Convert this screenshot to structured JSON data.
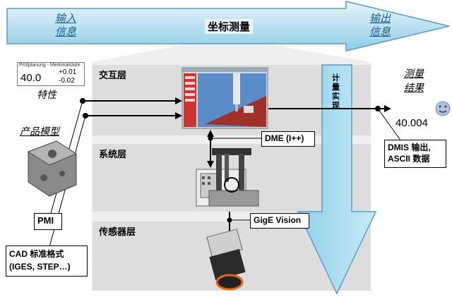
{
  "banner": {
    "input_line1": "输入",
    "input_line2": "信息",
    "center": "坐标测量",
    "output_line1": "输出",
    "output_line2": "信息"
  },
  "feature_card": {
    "header": "Prüfplanung - Merkmalsliste",
    "nominal": "40.0",
    "upper_tol": "+0.01",
    "lower_tol": "-0.02",
    "caption": "特性"
  },
  "product_model_label": "产品模型",
  "layers": {
    "interaction": "交互层",
    "system": "系统层",
    "sensor": "传感器层"
  },
  "vertical_arrow_label": "计量实现",
  "callouts": {
    "dme": "DME (I++)",
    "gige": "GigE Vision",
    "pmi": "PMI",
    "cad_line1": "CAD 标准格式",
    "cad_line2": "(IGES, STEP…)",
    "dmis_line1": "DMIS 输出,",
    "dmis_line2": "ASCII 数据"
  },
  "result": {
    "title_line1": "测量",
    "title_line2": "结果",
    "value": "40.004"
  },
  "colors": {
    "banner_fill_top": "#e8f5fb",
    "banner_fill_bottom": "#8fcde6",
    "banner_stroke": "#4a90b8",
    "vertical_arrow_fill": "#aedcef",
    "layer_band": "#dcdcdc",
    "house_fill": "#eeeeee",
    "smiley": "#a8b8d8"
  }
}
